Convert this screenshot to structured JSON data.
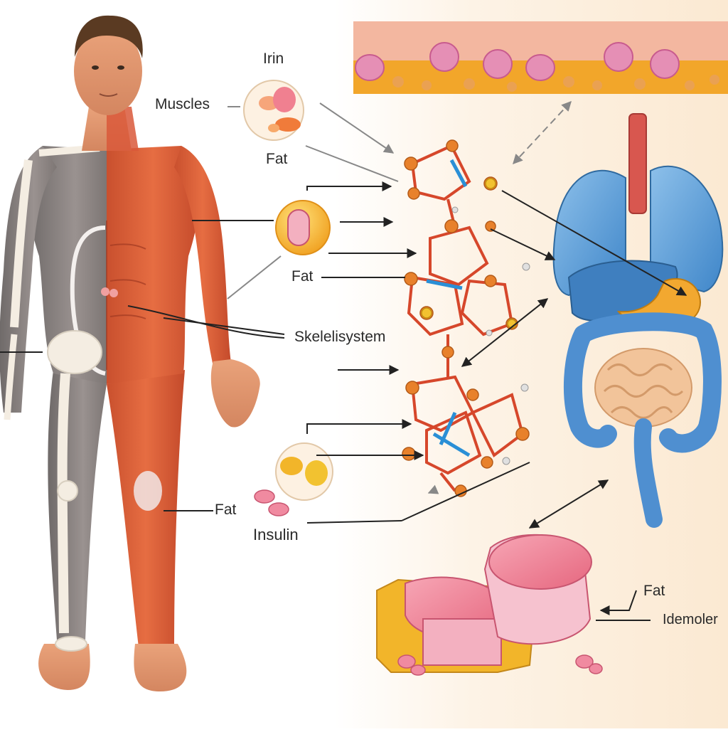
{
  "labels": {
    "irin": "Irin",
    "muscles": "Muscles",
    "fat_top": "Fat",
    "fat_mid": "Fat",
    "skeleton": "Skelelisystem",
    "fat_low": "Fat",
    "insulin": "Insulin",
    "fat_right": "Fat",
    "idemoler": "Idemoler"
  },
  "colors": {
    "muscle": "#e0623a",
    "muscle_dark": "#b8452a",
    "body_gray": "#8a8280",
    "bone": "#f4ede2",
    "organ_blue": "#5b9bd5",
    "intestine": "#f2c49a",
    "molecule_orange": "#e8812b",
    "molecule_red": "#d6472b",
    "molecule_blue": "#2a8fd6",
    "fat_yellow": "#f2b52a",
    "meat_pink": "#f08aa0",
    "panel_bg": "#fdf1e2"
  }
}
